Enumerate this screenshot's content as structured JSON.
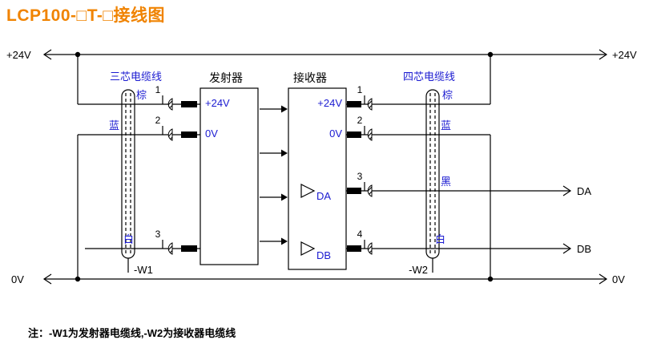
{
  "title": "LCP100-□T-□接线图",
  "colors": {
    "title_orange": "#f08300",
    "label_blue": "#1b1bd1",
    "line_black": "#000000"
  },
  "rails": {
    "top_left": "+24V",
    "top_right": "+24V",
    "bottom_left": "0V",
    "bottom_right": "0V"
  },
  "transmitter": {
    "label": "发射器",
    "terminals": [
      "+24V",
      "0V"
    ],
    "pins": [
      "1",
      "2",
      "3"
    ]
  },
  "receiver": {
    "label": "接收器",
    "terminals": [
      "+24V",
      "0V",
      "DA",
      "DB"
    ],
    "pins": [
      "1",
      "2",
      "3",
      "4"
    ]
  },
  "left_cable": {
    "label": "三芯电缆线",
    "designator": "-W1",
    "wires": [
      "棕",
      "蓝",
      "白"
    ]
  },
  "right_cable": {
    "label": "四芯电缆线",
    "designator": "-W2",
    "wires": [
      "棕",
      "蓝",
      "黑",
      "白"
    ]
  },
  "outputs": {
    "da": "DA",
    "db": "DB"
  },
  "note": "注：-W1为发射器电缆线,-W2为接收器电缆线"
}
